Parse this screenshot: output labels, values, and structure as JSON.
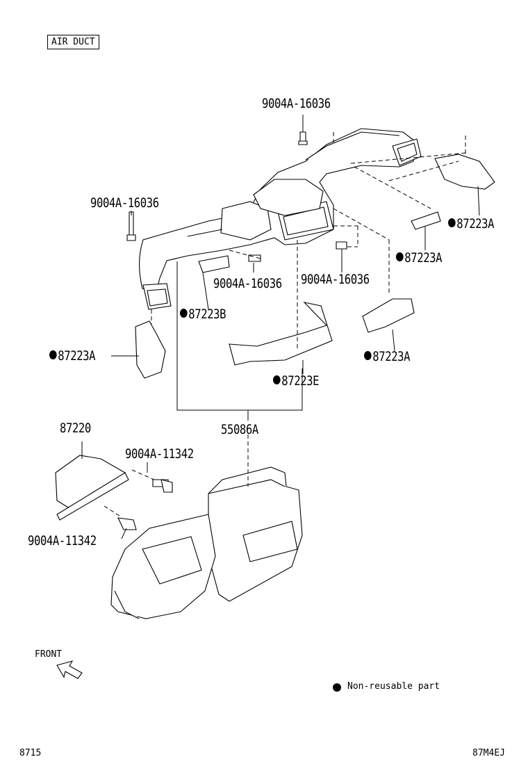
{
  "title": "AIR DUCT",
  "labels": {
    "bolt_top": "9004A-16036",
    "bolt_left": "9004A-16036",
    "bolt_mid_left": "9004A-16036",
    "bolt_mid_right": "9004A-16036",
    "p87223A_top_right": "87223A",
    "p87223A_mid_right": "87223A",
    "p87223B": "87223B",
    "p87223A_left": "87223A",
    "p87223A_lower_right": "87223A",
    "p87223E": "87223E",
    "p87220": "87220",
    "p55086A": "55086A",
    "bolt_11342_upper": "9004A-11342",
    "bolt_11342_lower": "9004A-11342",
    "front": "FRONT"
  },
  "legend": {
    "text": "Non-reusable part"
  },
  "footer": {
    "left": "8715",
    "right": "87M4EJ"
  }
}
